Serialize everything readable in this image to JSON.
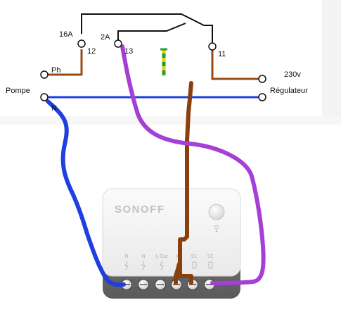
{
  "schematic": {
    "labels": {
      "relay_16a": "16A",
      "relay_2a": "2A",
      "terminal_12": "12",
      "terminal_13": "13",
      "terminal_11": "11",
      "phase": "Ph",
      "neutral": "N",
      "pump": "Pompe",
      "voltage": "230v",
      "regulator": "Régulateur"
    },
    "colors": {
      "phase_wire": "#9a4b14",
      "neutral_wire": "#1f3fe0",
      "switch_wire": "#a53fd6",
      "contact_line": "#111111",
      "earth_green": "#2a9a2a",
      "earth_yellow": "#d9d21a"
    }
  },
  "module": {
    "brand": "SONOFF",
    "terminal_labels": [
      "N",
      "N",
      "L Out",
      "In",
      "S1",
      "S2"
    ],
    "terminal_icons": [
      "bolt-icon",
      "bolt-icon",
      "bolt-icon",
      "bolt-icon",
      "switch-icon",
      "switch-icon"
    ],
    "button_icon": "pairing-button-icon",
    "led_icon": "wifi-led-icon"
  }
}
